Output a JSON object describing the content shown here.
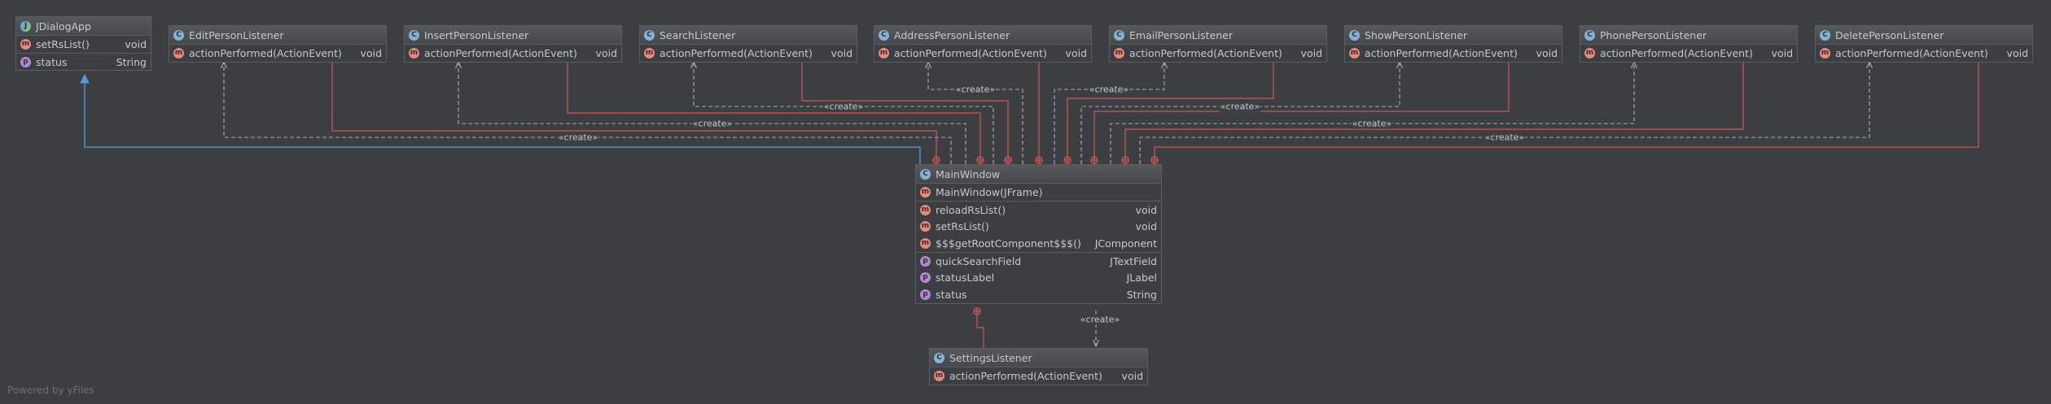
{
  "classes": [
    {
      "id": "jdialog",
      "name": "JDialogApp",
      "kind": "icon-mixed",
      "members": [
        {
          "icon": "m",
          "name": "setRsList()",
          "type": "void"
        },
        {
          "icon": "p",
          "name": "status",
          "type": "String"
        }
      ]
    },
    {
      "id": "edit",
      "name": "EditPersonListener",
      "members": [
        {
          "icon": "m",
          "name": "actionPerformed(ActionEvent)",
          "type": "void"
        }
      ]
    },
    {
      "id": "insert",
      "name": "InsertPersonListener",
      "members": [
        {
          "icon": "m",
          "name": "actionPerformed(ActionEvent)",
          "type": "void"
        }
      ]
    },
    {
      "id": "search",
      "name": "SearchListener",
      "members": [
        {
          "icon": "m",
          "name": "actionPerformed(ActionEvent)",
          "type": "void"
        }
      ]
    },
    {
      "id": "address",
      "name": "AddressPersonListener",
      "members": [
        {
          "icon": "m",
          "name": "actionPerformed(ActionEvent)",
          "type": "void"
        }
      ]
    },
    {
      "id": "email",
      "name": "EmailPersonListener",
      "members": [
        {
          "icon": "m",
          "name": "actionPerformed(ActionEvent)",
          "type": "void"
        }
      ]
    },
    {
      "id": "show",
      "name": "ShowPersonListener",
      "members": [
        {
          "icon": "m",
          "name": "actionPerformed(ActionEvent)",
          "type": "void"
        }
      ]
    },
    {
      "id": "phone",
      "name": "PhonePersonListener",
      "members": [
        {
          "icon": "m",
          "name": "actionPerformed(ActionEvent)",
          "type": "void"
        }
      ]
    },
    {
      "id": "delete",
      "name": "DeletePersonListener",
      "members": [
        {
          "icon": "m",
          "name": "actionPerformed(ActionEvent)",
          "type": "void"
        }
      ]
    },
    {
      "id": "main",
      "name": "MainWindow",
      "members": [
        {
          "icon": "m",
          "name": "MainWindow(JFrame)",
          "type": ""
        },
        {
          "icon": "m",
          "name": "reloadRsList()",
          "type": "void"
        },
        {
          "icon": "m",
          "name": "setRsList()",
          "type": "void"
        },
        {
          "icon": "m",
          "name": "$$$getRootComponent$$$()",
          "type": "JComponent"
        },
        {
          "icon": "p",
          "name": "quickSearchField",
          "type": "JTextField"
        },
        {
          "icon": "p",
          "name": "statusLabel",
          "type": "JLabel"
        },
        {
          "icon": "p",
          "name": "status",
          "type": "String"
        }
      ]
    },
    {
      "id": "settings",
      "name": "SettingsListener",
      "members": [
        {
          "icon": "m",
          "name": "actionPerformed(ActionEvent)",
          "type": "void"
        }
      ]
    }
  ],
  "edge_label": "«create»",
  "colors": {
    "inner_class_edge": "#d9534f",
    "create_edge": "#a9abad",
    "inherit_edge": "#5a96d6",
    "background": "#3c3f41"
  },
  "footer": "Powered by yFiles"
}
